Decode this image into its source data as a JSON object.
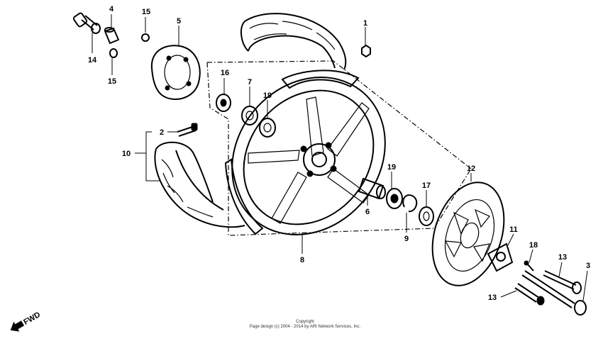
{
  "callouts": {
    "c1": "1",
    "c2": "2",
    "c3": "3",
    "c4": "4",
    "c5": "5",
    "c6": "6",
    "c7": "7",
    "c8": "8",
    "c9": "9",
    "c10": "10",
    "c11": "11",
    "c12": "12",
    "c13a": "13",
    "c13b": "13",
    "c14": "14",
    "c15a": "15",
    "c15b": "15",
    "c16": "16",
    "c17": "17",
    "c18": "18",
    "c19a": "19",
    "c19b": "19"
  },
  "direction_label": "FWD",
  "copyright": {
    "line1": "Copyright",
    "line2": "Page design (c) 2004 - 2014 by ARI Network Services, Inc."
  }
}
